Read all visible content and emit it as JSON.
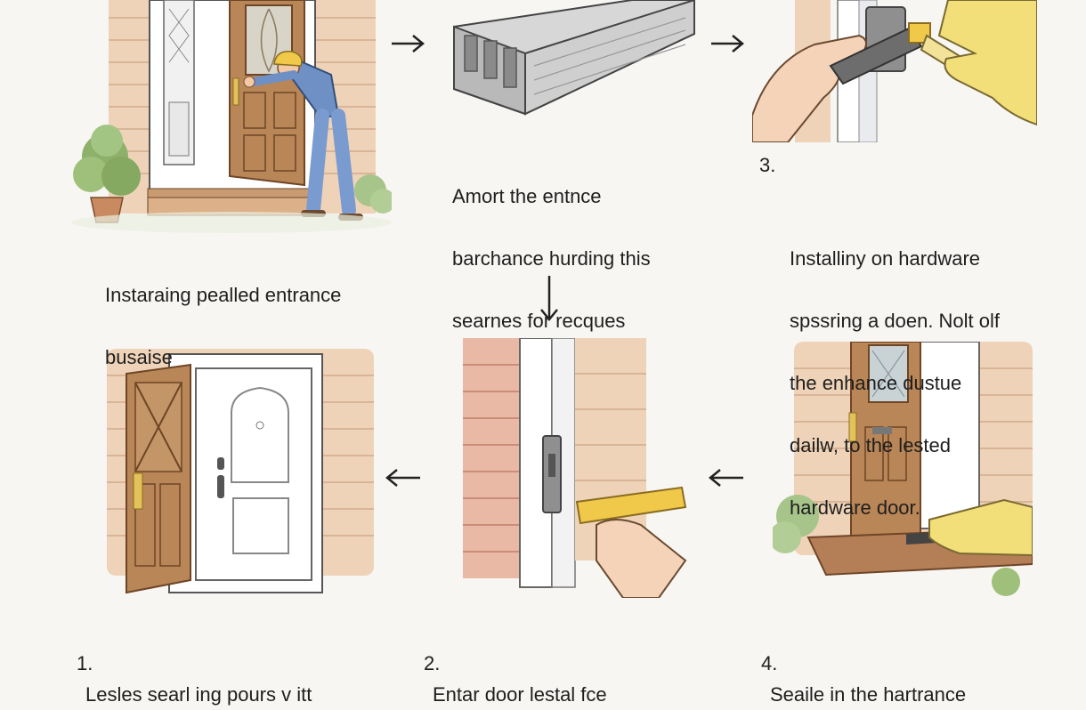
{
  "steps": {
    "top_left": {
      "lines": [
        "Instaraing pealled entrance",
        "busaise"
      ]
    },
    "top_middle": {
      "lines": [
        "Amort the entnce",
        "barchance hurding this",
        "searnes for recques"
      ]
    },
    "top_right": {
      "number": "3.",
      "lines": [
        "Installiny on hardware",
        "spssring a doen. Nolt olf",
        "the enhance dustue",
        "dailw, to the lested",
        "hardware door."
      ]
    },
    "bottom_left": {
      "number": "1.",
      "lines": [
        "Lesles searl ing pours v itt"
      ]
    },
    "bottom_middle": {
      "number": "2.",
      "lines": [
        "Entar door lestal fce"
      ]
    },
    "bottom_right": {
      "number": "4.",
      "lines": [
        "Seaile in the hartrance"
      ]
    }
  },
  "arrows": [
    "right-arrow",
    "right-arrow",
    "down-arrow",
    "left-arrow",
    "left-arrow"
  ],
  "colors": {
    "wood": "#b98657",
    "wood_dark": "#8a5a33",
    "siding": "#efd3b8",
    "brass": "#e3c25a",
    "glove": "#f2df7a",
    "shirt": "#6f90c4"
  }
}
